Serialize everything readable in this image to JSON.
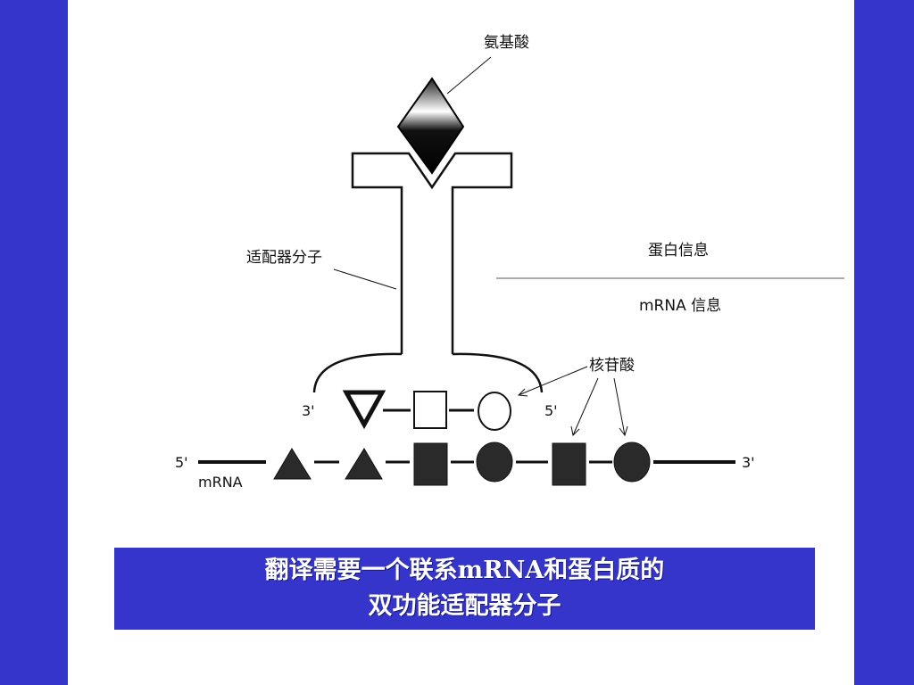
{
  "labels": {
    "amino_acid": "氨基酸",
    "adapter_molecule": "适配器分子",
    "protein_info": "蛋白信息",
    "mrna_info": "mRNA 信息",
    "nucleotide": "核苷酸",
    "adapter_3prime": "3'",
    "adapter_5prime": "5'",
    "mrna_5prime": "5'",
    "mrna_3prime": "3'",
    "mrna": "mRNA"
  },
  "caption": {
    "line1": "翻译需要一个联系mRNA和蛋白质的",
    "line2": "双功能适配器分子"
  },
  "colors": {
    "background": "#3535cc",
    "caption_bg": "#3535cc",
    "caption_text": "#ffffff",
    "ink": "#111111"
  },
  "adapter_anticodon_shapes": [
    "triangle-down-outline",
    "square-outline",
    "circle-outline"
  ],
  "mrna_codon_shapes": [
    "triangle-filled",
    "triangle-filled",
    "square-filled",
    "circle-filled",
    "square-filled",
    "circle-filled"
  ]
}
